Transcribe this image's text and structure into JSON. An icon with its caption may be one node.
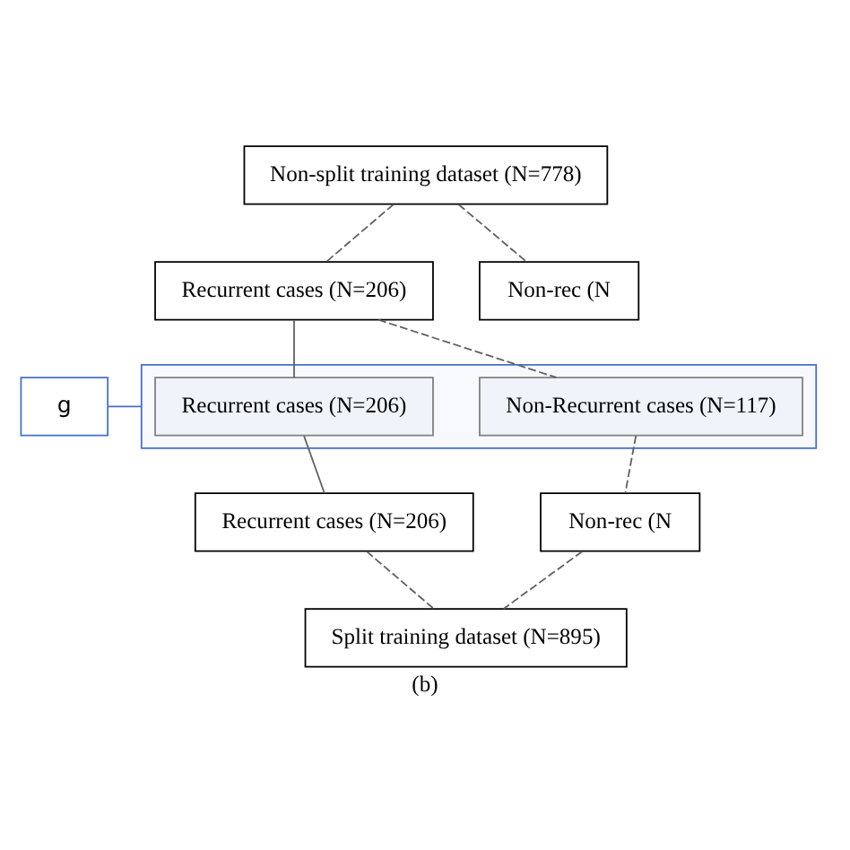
{
  "diagram": {
    "caption": "(b)",
    "nodes": [
      {
        "text": [
          "Non-split training dataset (N=778)"
        ]
      },
      {
        "text": [
          "Recurrent cases (N=206)"
        ]
      },
      {
        "text": [
          "Non-rec (N"
        ]
      },
      {
        "text": [
          "g"
        ]
      },
      {
        "text": [],
        "shape": "box"
      },
      {
        "text": [
          "Recurrent cases (N=206)"
        ],
        "in": 4
      },
      {
        "text": [
          "Non-Recurrent cases (N=117)"
        ],
        "in": 4
      },
      {
        "text": [
          "Recurrent cases (N=206)"
        ]
      },
      {
        "text": [
          "Non-rec (N"
        ]
      },
      {
        "text": [
          "Split training dataset (N=895)"
        ]
      }
    ],
    "edges": [
      {
        "from": 0,
        "to": 1,
        "arrow": "none",
        "style": "dashed"
      },
      {
        "from": 0,
        "to": 2,
        "arrow": "none",
        "style": "dashed"
      },
      {
        "from": 1,
        "to": 5,
        "arrow": "none"
      },
      {
        "from": 1,
        "to": 6,
        "arrow": "none",
        "style": "dashed"
      },
      {
        "from": 3,
        "to": 4,
        "arrow": "none",
        "color": "#4472c4"
      },
      {
        "from": 5,
        "to": 7,
        "arrow": "none"
      },
      {
        "from": 6,
        "to": 8,
        "arrow": "none",
        "style": "dashed"
      },
      {
        "from": 7,
        "to": 9,
        "arrow": "none",
        "style": "dashed"
      },
      {
        "from": 8,
        "to": 9,
        "arrow": "none",
        "style": "dashed"
      }
    ]
  }
}
